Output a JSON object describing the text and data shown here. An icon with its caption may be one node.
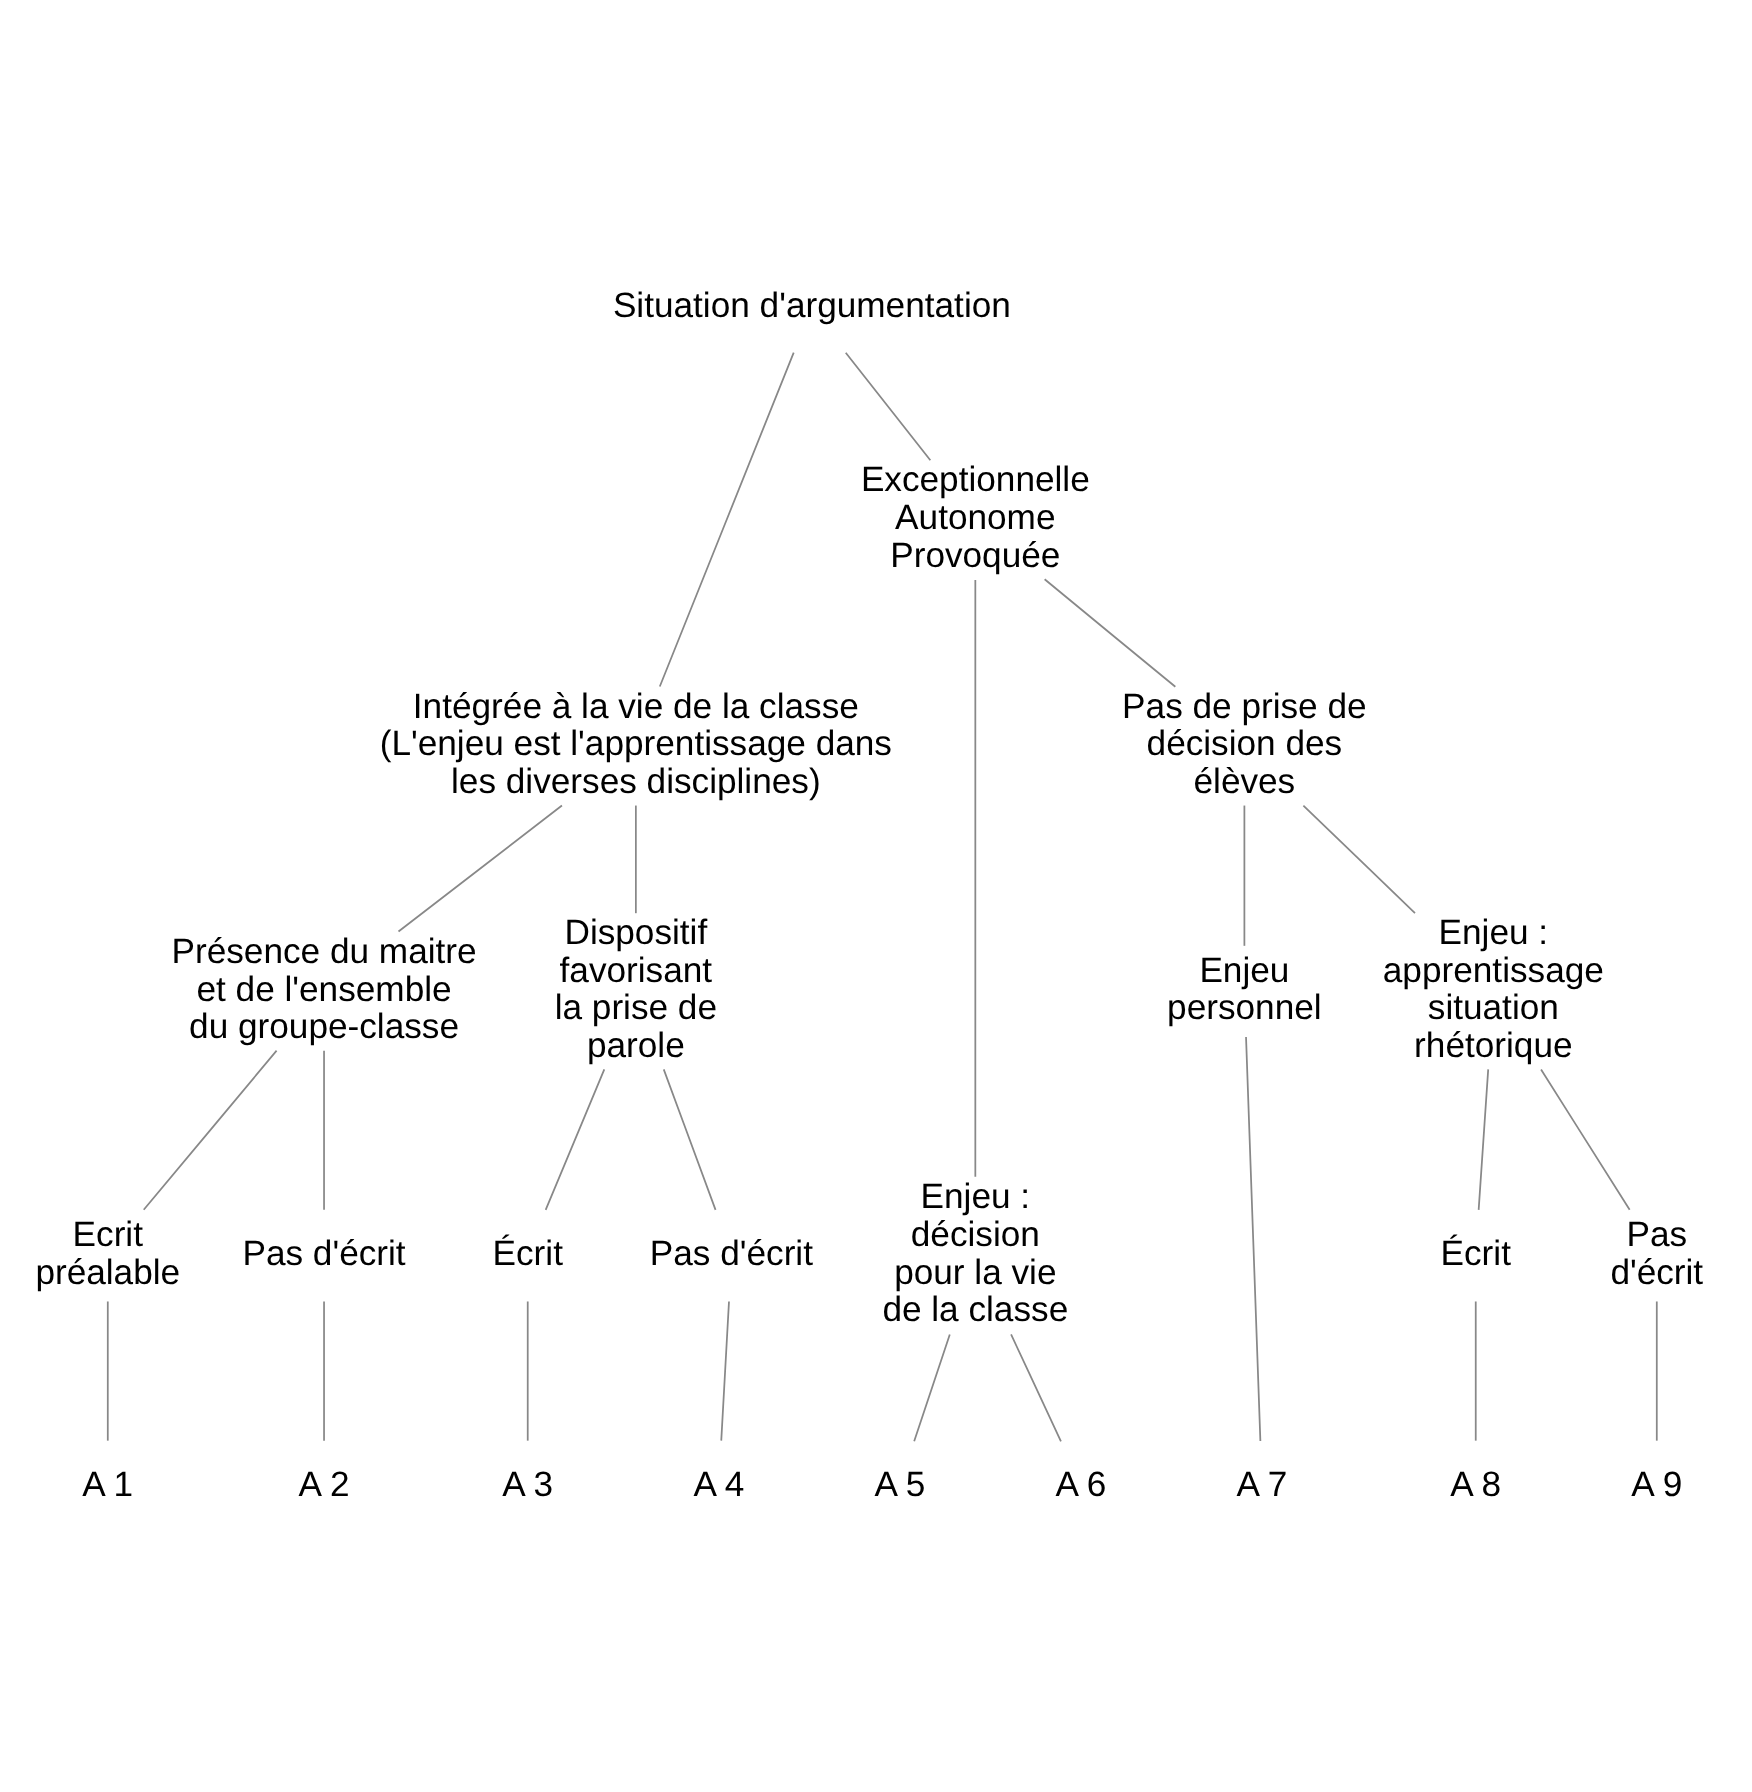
{
  "diagram": {
    "nodes": [
      {
        "text": [
          "Situation d'argumentation"
        ]
      },
      {
        "text": [
          "Intégrée à la vie de la classe",
          "(L'enjeu est l'apprentissage dans les diverses disciplines)"
        ]
      },
      {
        "text": [
          "Exceptionnelle Autonome Provoquée"
        ]
      },
      {
        "text": [
          "Présence du maitre et de l'ensemble du groupe-classe"
        ]
      },
      {
        "text": [
          "Dispositif favorisant la prise de parole"
        ]
      },
      {
        "text": [
          "Enjeu : décision pour la vie de la classe"
        ]
      },
      {
        "text": [
          "Pas de prise de décision des élèves"
        ]
      },
      {
        "text": [
          "Enjeu personnel"
        ]
      },
      {
        "text": [
          "Enjeu : apprentissage situation rhétorique"
        ]
      },
      {
        "text": [
          "Ecrit préalable"
        ]
      },
      {
        "text": [
          "Pas d'écrit"
        ]
      },
      {
        "text": [
          "Écrit"
        ]
      },
      {
        "text": [
          "Pas d'écrit"
        ]
      },
      {
        "text": [
          "Écrit"
        ]
      },
      {
        "text": [
          "Pas d'écrit"
        ]
      },
      {
        "text": [
          "A 1"
        ]
      },
      {
        "text": [
          "A 2"
        ]
      },
      {
        "text": [
          "A 3"
        ]
      },
      {
        "text": [
          "A 4"
        ]
      },
      {
        "text": [
          "A 5"
        ]
      },
      {
        "text": [
          "A 6"
        ]
      },
      {
        "text": [
          "A 7"
        ]
      },
      {
        "text": [
          "A 8"
        ]
      },
      {
        "text": [
          "A 9"
        ]
      }
    ],
    "edges": [
      {
        "from": 0,
        "to": 1,
        "arrow": "none"
      },
      {
        "from": 0,
        "to": 2,
        "arrow": "none"
      },
      {
        "from": 1,
        "to": 3,
        "arrow": "none"
      },
      {
        "from": 1,
        "to": 4,
        "arrow": "none"
      },
      {
        "from": 2,
        "to": 5,
        "arrow": "none"
      },
      {
        "from": 2,
        "to": 6,
        "arrow": "none"
      },
      {
        "from": 3,
        "to": 9,
        "arrow": "none"
      },
      {
        "from": 3,
        "to": 10,
        "arrow": "none"
      },
      {
        "from": 4,
        "to": 11,
        "arrow": "none"
      },
      {
        "from": 4,
        "to": 12,
        "arrow": "none"
      },
      {
        "from": 5,
        "to": 19,
        "arrow": "none"
      },
      {
        "from": 5,
        "to": 20,
        "arrow": "none"
      },
      {
        "from": 6,
        "to": 7,
        "arrow": "none"
      },
      {
        "from": 6,
        "to": 8,
        "arrow": "none"
      },
      {
        "from": 8,
        "to": 13,
        "arrow": "none"
      },
      {
        "from": 8,
        "to": 14,
        "arrow": "none"
      },
      {
        "from": 9,
        "to": 15,
        "arrow": "none"
      },
      {
        "from": 10,
        "to": 16,
        "arrow": "none"
      },
      {
        "from": 11,
        "to": 17,
        "arrow": "none"
      },
      {
        "from": 12,
        "to": 18,
        "arrow": "none"
      },
      {
        "from": 7,
        "to": 21,
        "arrow": "none"
      },
      {
        "from": 13,
        "to": 22,
        "arrow": "none"
      },
      {
        "from": 14,
        "to": 23,
        "arrow": "none"
      }
    ]
  }
}
